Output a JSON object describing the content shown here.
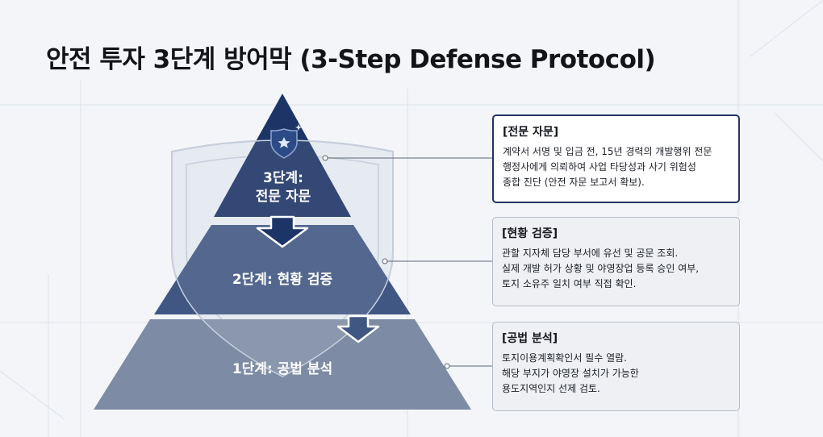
{
  "title": "안전 투자 3단계 방어막 (3-Step Defense Protocol)",
  "tiers": [
    {
      "label_lines": [
        "3단계:",
        "전문 자문"
      ]
    },
    {
      "label": "2단계: 현황 검증"
    },
    {
      "label": "1단계: 공법 분석"
    }
  ],
  "boxes": [
    {
      "title": "[전문 자문]",
      "lines": [
        "계약서 서명 및 입금 전, 15년 경력의 개발행위 전문",
        "행정사에게 의뢰하여 사업 타당성과 사기 위험성",
        "종합 진단 (안전 자문 보고서 확보)."
      ]
    },
    {
      "title": "[현황 검증]",
      "lines": [
        "관할 지자체 담당 부서에 유선 및 공문 조회.",
        "실제 개발 허가 상황 및 야영장업 등록 승인 여부,",
        "토지 소유주 일치 여부 직접 확인."
      ]
    },
    {
      "title": "[공법 분석]",
      "lines": [
        "토지이용계획확인서 필수 열람.",
        "해당 부지가 야영장 설치가 가능한",
        "용도지역인지 선제 검토."
      ]
    }
  ],
  "icons": {
    "tier3": "shield-star-icon"
  },
  "colors": {
    "tier3": "#1d3466",
    "tier2": "#405683",
    "tier1": "#7d8ca4",
    "accent": "#1f3563"
  }
}
